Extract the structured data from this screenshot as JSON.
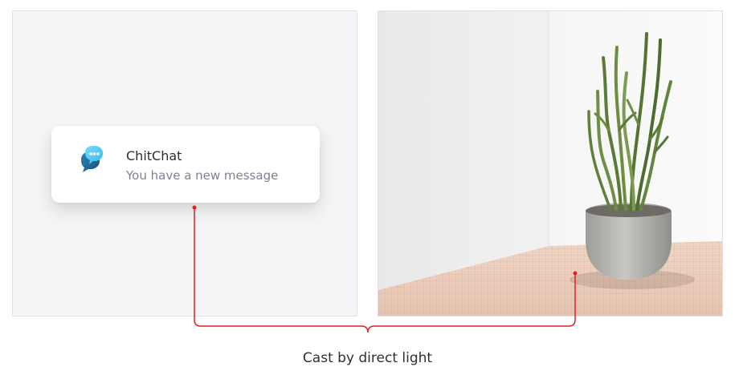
{
  "notification": {
    "app_name": "ChitChat",
    "message": "You have a new message"
  },
  "caption": "Cast by direct light",
  "colors": {
    "accent_line": "#e02020",
    "icon_front": "#58c7f2",
    "icon_back": "#1f6f9e"
  },
  "icons": {
    "app": "chat-bubbles-icon"
  },
  "photo": {
    "subject": "potted-plant-image"
  }
}
